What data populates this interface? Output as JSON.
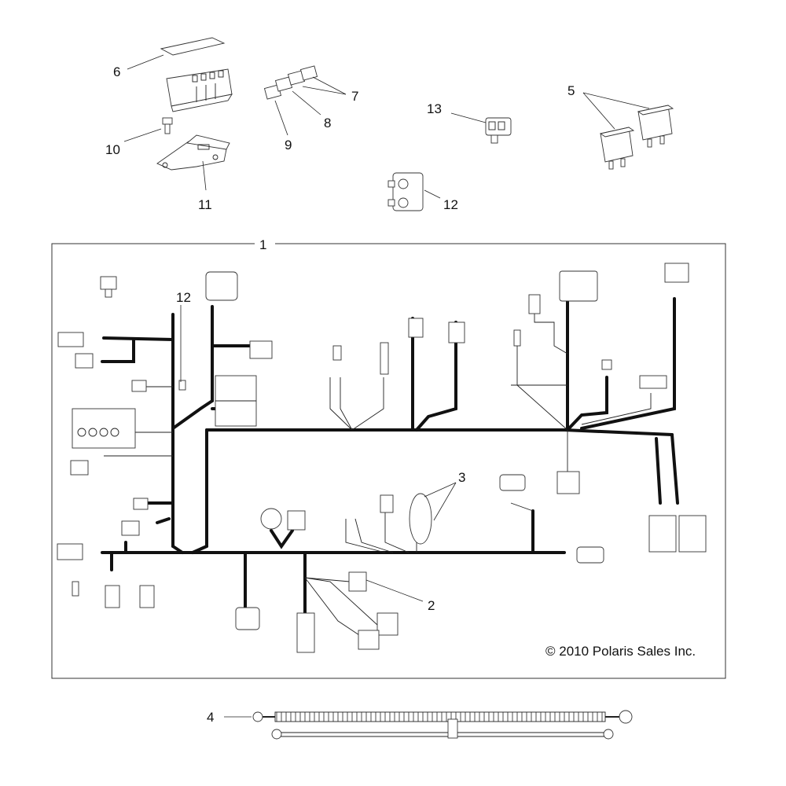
{
  "diagram": {
    "callouts": {
      "c1": "1",
      "c2": "2",
      "c3": "3",
      "c4": "4",
      "c5": "5",
      "c6": "6",
      "c7": "7",
      "c8": "8",
      "c9": "9",
      "c10": "10",
      "c11": "11",
      "c12_top": "12",
      "c12_harness": "12",
      "c13": "13"
    },
    "copyright": "© 2010 Polaris Sales Inc."
  }
}
